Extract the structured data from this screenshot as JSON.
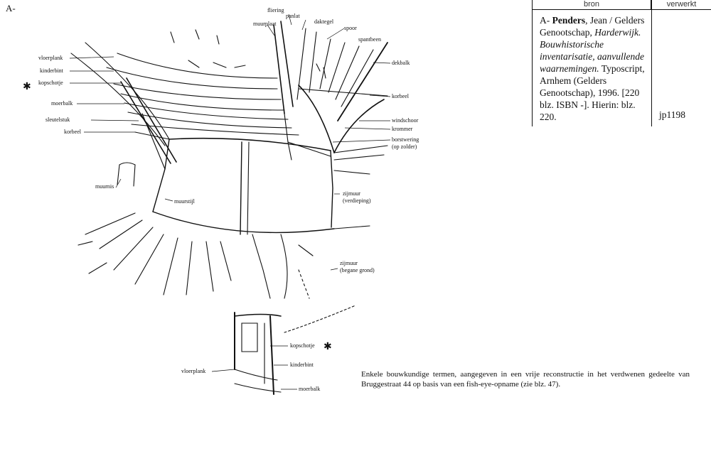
{
  "page": {
    "label": "A-"
  },
  "drawing_labels": {
    "fliering": "fliering",
    "panlat": "panlat",
    "muurplaat": "muurplaat",
    "daktegel": "daktegel",
    "spoor": "spoor",
    "spantbeen": "spantbeen",
    "dekbalk": "dekbalk",
    "korbeel_right": "korbeel",
    "windschoor": "windschoor",
    "krommer": "krommer",
    "borstwering_1": "borstwering",
    "borstwering_2": "(op zolder)",
    "vloerplank": "vloerplank",
    "kinderbint": "kinderbint",
    "kopschotje": "kopschotje",
    "moerbalk": "moerbalk",
    "sleutelstuk": "sleutelstuk",
    "korbeel_left": "korbeel",
    "muurnis": "muurnis",
    "muurstijl": "muurstijl",
    "zijmuur_1": "zijmuur",
    "zijmuur_1b": "(verdieping)",
    "zijmuur_2": "zijmuur",
    "zijmuur_2b": "(begane grond)",
    "kopschotje_2": "kopschotje",
    "kinderbint_2": "kinderbint",
    "vloerplank_2": "vloerplank",
    "moerbalk_2": "moerbalk",
    "star_symbol": "✱"
  },
  "source_table": {
    "header_bron": "bron",
    "header_verwerkt": "verwerkt",
    "prefix": "A-",
    "author": "Penders",
    "author_rest": ", Jean / Gelders Genootschap,",
    "title": "Harderwijk. Bouwhistorische inventarisatie, aanvullende waarnemingen.",
    "publication": "Typoscript, Arnhem (Gelders Genootschap), 1996. [220 blz. ISBN -].",
    "pages": "Hierin: blz. 220.",
    "code": "jp1198"
  },
  "caption": "Enkele bouwkundige termen, aangegeven in een vrije reconstructie in het verdwenen gedeelte van Bruggestraat 44 op basis van een fish-eye-opname (zie blz. 47)."
}
